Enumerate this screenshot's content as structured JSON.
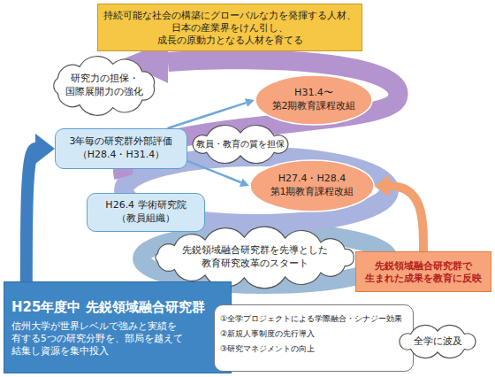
{
  "diagram": {
    "nodes": [
      {
        "text": [
          "持続可能な社会の構築にグローバルな力を発揮する人材、 日本の産業界をけん引し、成長の原動力となる人材を育てる"
        ]
      },
      {
        "text": [
          "研究力の担保・ 国際展開力の強化"
        ]
      },
      {
        "text": [
          "H31.4〜 第2期教育課程改組"
        ]
      },
      {
        "text": [
          "3年毎の研究群外部評価 （H28.4・H31.4）"
        ]
      },
      {
        "text": [
          "教員・教育の質を担保"
        ]
      },
      {
        "text": [
          "H27.4・H28.4 第1期教育課程改組"
        ]
      },
      {
        "text": [
          "H26.4 学術研究院 （教員組織）"
        ]
      },
      {
        "text": [
          "先鋭領域融合研究群を先導とした 教育研究改革のスタート"
        ]
      },
      {
        "text": [
          "先鋭領域融合研究群で 生まれた成果を教育に反映"
        ]
      },
      {
        "text": [
          "H25年度中 先鋭領域融合研究群",
          "信州大学が世界レベルで強みと実績を 有する5つの研究分野を、部局を越えて 結集し資源を集中投入"
        ]
      },
      {
        "text": [
          "①全学プロジェクトによる学際融合・シナジー効果",
          "②新規人事制度の先行導入",
          "③研究マネジメントの向上"
        ]
      },
      {
        "text": [
          "全学に波及"
        ]
      }
    ],
    "edges": [
      {
        "from": 9,
        "to": 3,
        "arrow": "to"
      },
      {
        "from": 3,
        "to": 2,
        "arrow": "to"
      },
      {
        "from": 3,
        "to": 5,
        "arrow": "to"
      },
      {
        "from": 8,
        "to": 5,
        "arrow": "to"
      }
    ]
  }
}
